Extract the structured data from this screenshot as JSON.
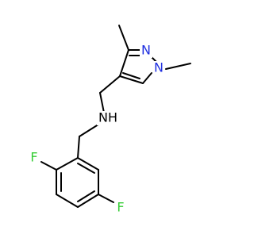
{
  "atoms": {
    "n1": {
      "symbol": "N",
      "color": "#2030e0"
    },
    "n2": {
      "symbol": "N",
      "color": "#2030e0"
    },
    "nh": {
      "symbol": "NH",
      "color": "#000000"
    },
    "f1": {
      "symbol": "F",
      "color": "#33cc33"
    },
    "f2": {
      "symbol": "F",
      "color": "#33cc33"
    }
  },
  "colors": {
    "bond": "#000000",
    "background": "#ffffff"
  }
}
